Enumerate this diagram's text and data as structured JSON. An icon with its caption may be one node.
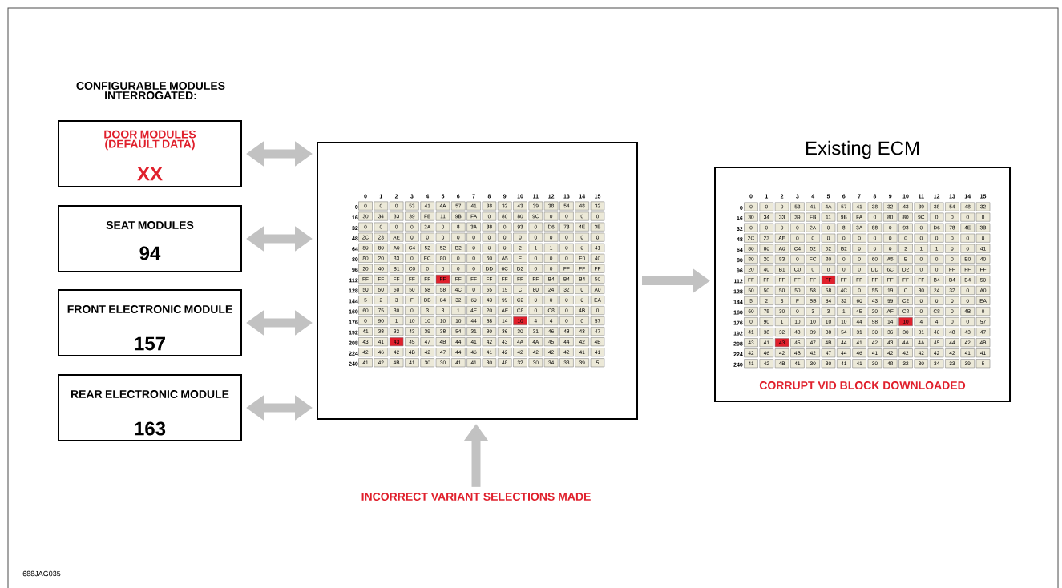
{
  "diagram": {
    "nodes": [
      {
        "text": [
          "DOOR MODULES (DEFAULT DATA)",
          "XX"
        ]
      },
      {
        "text": [
          "SEAT MODULES",
          "94"
        ]
      },
      {
        "text": [
          "FRONT ELECTRONIC MODULE",
          "157"
        ]
      },
      {
        "text": [
          "REAR ELECTRONIC MODULE",
          "163"
        ]
      },
      {
        "text": [],
        "shape": "box"
      },
      {
        "text": [
          "Existing ECM",
          "CORRUPT VID BLOCK DOWNLOADED"
        ]
      },
      {
        "text": [
          "INCORRECT VARIANT SELECTIONS MADE"
        ]
      }
    ],
    "edges": [
      {
        "from": 0,
        "to": 4,
        "arrow": "both"
      },
      {
        "from": 1,
        "to": 4,
        "arrow": "both"
      },
      {
        "from": 2,
        "to": 4,
        "arrow": "both"
      },
      {
        "from": 3,
        "to": 4,
        "arrow": "both"
      },
      {
        "from": 4,
        "to": 5,
        "arrow": "to"
      },
      {
        "from": 6,
        "to": 4,
        "arrow": "to"
      }
    ],
    "labels": [
      "CONFIGURABLE MODULES INTERROGATED:",
      "0",
      "1",
      "2",
      "3",
      "4",
      "5",
      "6",
      "7",
      "8",
      "9",
      "10",
      "11",
      "12",
      "13",
      "14",
      "15",
      "0",
      "0",
      "0",
      "0",
      "53",
      "41",
      "4A",
      "57",
      "41",
      "38",
      "32",
      "43",
      "39",
      "38",
      "54",
      "48",
      "32",
      "16",
      "30",
      "34",
      "33",
      "39",
      "FB",
      "11",
      "9B",
      "FA",
      "0",
      "80",
      "80",
      "9C",
      "0",
      "0",
      "0",
      "0",
      "32",
      "0",
      "0",
      "0",
      "0",
      "2A",
      "0",
      "8",
      "3A",
      "88",
      "0",
      "93",
      "0",
      "D6",
      "78",
      "4E",
      "3B",
      "48",
      "2C",
      "23",
      "AE",
      "0",
      "0",
      "0",
      "0",
      "0",
      "0",
      "0",
      "0",
      "0",
      "0",
      "0",
      "0",
      "0",
      "64",
      "80",
      "80",
      "A0",
      "C4",
      "52",
      "52",
      "B2",
      "0",
      "0",
      "0",
      "2",
      "1",
      "1",
      "0",
      "0",
      "41",
      "80",
      "80",
      "20",
      "83",
      "0",
      "FC",
      "80",
      "0",
      "0",
      "60",
      "A5",
      "E",
      "0",
      "0",
      "0",
      "E0",
      "40",
      "96",
      "20",
      "40",
      "B1",
      "C0",
      "0",
      "0",
      "0",
      "0",
      "DD",
      "6C",
      "D2",
      "0",
      "0",
      "FF",
      "FF",
      "FF",
      "112",
      "FF",
      "FF",
      "FF",
      "FF",
      "FF",
      "FF",
      "FF",
      "FF",
      "FF",
      "FF",
      "FF",
      "FF",
      "B4",
      "B4",
      "B4",
      "50",
      "128",
      "50",
      "50",
      "50",
      "50",
      "58",
      "58",
      "4C",
      "0",
      "55",
      "19",
      "C",
      "80",
      "24",
      "32",
      "0",
      "A0",
      "144",
      "5",
      "2",
      "3",
      "F",
      "BB",
      "84",
      "32",
      "60",
      "43",
      "99",
      "C2",
      "0",
      "0",
      "0",
      "0",
      "EA",
      "160",
      "60",
      "75",
      "30",
      "0",
      "3",
      "3",
      "1",
      "4E",
      "20",
      "AF",
      "C8",
      "0",
      "C8",
      "0",
      "4B",
      "0",
      "176",
      "0",
      "90",
      "1",
      "10",
      "10",
      "10",
      "10",
      "44",
      "58",
      "14",
      "10",
      "4",
      "4",
      "0",
      "0",
      "57",
      "192",
      "41",
      "38",
      "32",
      "43",
      "39",
      "38",
      "54",
      "31",
      "30",
      "36",
      "30",
      "31",
      "46",
      "48",
      "43",
      "47",
      "208",
      "43",
      "41",
      "43",
      "45",
      "47",
      "4B",
      "44",
      "41",
      "42",
      "43",
      "4A",
      "4A",
      "45",
      "44",
      "42",
      "4B",
      "224",
      "42",
      "46",
      "42",
      "4B",
      "42",
      "47",
      "44",
      "46",
      "41",
      "42",
      "42",
      "42",
      "42",
      "42",
      "41",
      "41",
      "240",
      "41",
      "42",
      "4B",
      "41",
      "30",
      "30",
      "41",
      "41",
      "30",
      "48",
      "32",
      "30",
      "34",
      "33",
      "39",
      "5",
      "0",
      "1",
      "2",
      "3",
      "4",
      "5",
      "6",
      "7",
      "8",
      "9",
      "10",
      "11",
      "12",
      "13",
      "14",
      "15",
      "0",
      "0",
      "0",
      "0",
      "53",
      "41",
      "4A",
      "57",
      "41",
      "38",
      "32",
      "43",
      "39",
      "38",
      "54",
      "48",
      "32",
      "16",
      "30",
      "34",
      "33",
      "39",
      "FB",
      "11",
      "9B",
      "FA",
      "0",
      "80",
      "80",
      "9C",
      "0",
      "0",
      "0",
      "0",
      "32",
      "0",
      "0",
      "0",
      "0",
      "2A",
      "0",
      "8",
      "3A",
      "88",
      "0",
      "93",
      "0",
      "D6",
      "78",
      "4E",
      "3B",
      "48",
      "2C",
      "23",
      "AE",
      "0",
      "0",
      "0",
      "0",
      "0",
      "0",
      "0",
      "0",
      "0",
      "0",
      "0",
      "0",
      "0",
      "64",
      "80",
      "80",
      "A0",
      "C4",
      "52",
      "52",
      "B2",
      "0",
      "0",
      "0",
      "2",
      "1",
      "1",
      "0",
      "0",
      "41",
      "80",
      "80",
      "20",
      "83",
      "0",
      "FC",
      "80",
      "0",
      "0",
      "60",
      "A5",
      "E",
      "0",
      "0",
      "0",
      "E0",
      "40",
      "96",
      "20",
      "40",
      "B1",
      "C0",
      "0",
      "0",
      "0",
      "0",
      "DD",
      "6C",
      "D2",
      "0",
      "0",
      "FF",
      "FF",
      "FF",
      "112",
      "FF",
      "FF",
      "FF",
      "FF",
      "FF",
      "FF",
      "FF",
      "FF",
      "FF",
      "FF",
      "FF",
      "FF",
      "B4",
      "B4",
      "B4",
      "50",
      "128",
      "50",
      "50",
      "50",
      "50",
      "58",
      "58",
      "4C",
      "0",
      "55",
      "19",
      "C",
      "80",
      "24",
      "32",
      "0",
      "A0",
      "144",
      "5",
      "2",
      "3",
      "F",
      "BB",
      "84",
      "32",
      "60",
      "43",
      "99",
      "C2",
      "0",
      "0",
      "0",
      "0",
      "EA",
      "160",
      "60",
      "75",
      "30",
      "0",
      "3",
      "3",
      "1",
      "4E",
      "20",
      "AF",
      "C8",
      "0",
      "C8",
      "0",
      "4B",
      "0",
      "176",
      "0",
      "90",
      "1",
      "10",
      "10",
      "10",
      "10",
      "44",
      "58",
      "14",
      "10",
      "4",
      "4",
      "0",
      "0",
      "57",
      "192",
      "41",
      "38",
      "32",
      "43",
      "39",
      "38",
      "54",
      "31",
      "30",
      "36",
      "30",
      "31",
      "46",
      "48",
      "43",
      "47",
      "208",
      "43",
      "41",
      "43",
      "45",
      "47",
      "4B",
      "44",
      "41",
      "42",
      "43",
      "4A",
      "4A",
      "45",
      "44",
      "42",
      "4B",
      "224",
      "42",
      "46",
      "42",
      "4B",
      "42",
      "47",
      "44",
      "46",
      "41",
      "42",
      "42",
      "42",
      "42",
      "42",
      "41",
      "41",
      "240",
      "41",
      "42",
      "4B",
      "41",
      "30",
      "30",
      "41",
      "41",
      "30",
      "48",
      "32",
      "30",
      "34",
      "33",
      "39",
      "5",
      "688JAG035"
    ]
  }
}
